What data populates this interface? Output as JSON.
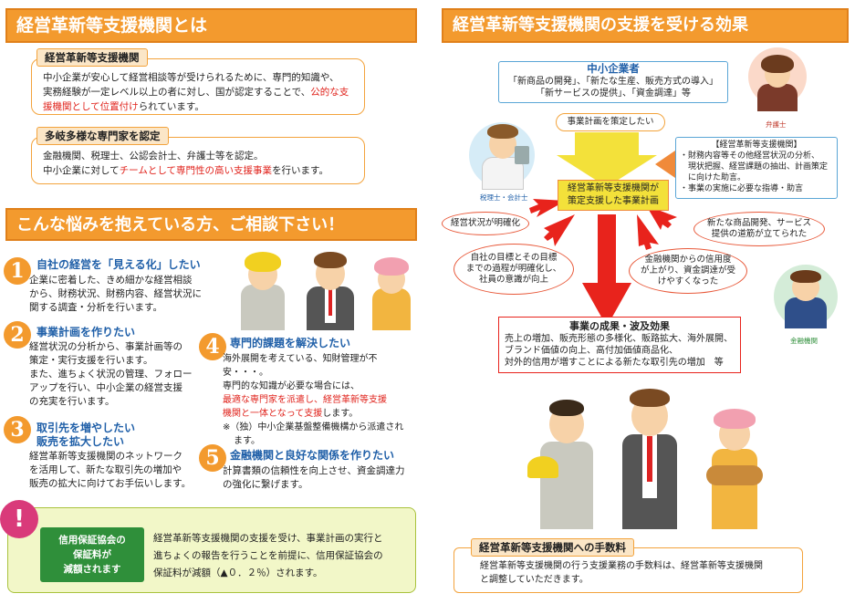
{
  "left": {
    "header1": "経営革新等支援機関とは",
    "box1": {
      "tag": "経営革新等支援機関",
      "text_a": "中小企業が安心して経営相談等が受けられるために、専門的知識や、",
      "text_b": "実務経験が一定レベル以上の者に対し、国が認定することで、",
      "text_red": "公的な支援機関として位置付け",
      "text_c": "られています。"
    },
    "box2": {
      "tag": "多岐多様な専門家を認定",
      "text_a": "金融機関、税理士、公認会計士、弁護士等を認定。",
      "text_b": "中小企業に対して",
      "text_red": "チームとして専門性の高い支援事業",
      "text_c": "を行います。"
    },
    "header2": "こんな悩みを抱えている方、ご相談下さい！",
    "items": [
      {
        "num": "1",
        "title": "自社の経営を「見える化」したい",
        "lines": [
          "企業に密着した、きめ細かな経営相談",
          "から、財務状況、財務内容、経営状況に",
          "関する調査・分析を行います。"
        ]
      },
      {
        "num": "2",
        "title": "事業計画を作りたい",
        "lines": [
          "経営状況の分析から、事業計画等の",
          "策定・実行支援を行います。",
          "また、進ちょく状況の管理、フォロー",
          "アップを行い、中小企業の経営支援",
          "の充実を行います。"
        ]
      },
      {
        "num": "3",
        "title_1": "取引先を増やしたい",
        "title_2": "販売を拡大したい",
        "lines": [
          "経営革新等支援機関のネットワーク",
          "を活用して、新たな取引先の増加や",
          "販売の拡大に向けてお手伝いします。"
        ]
      },
      {
        "num": "4",
        "title": "専門的課題を解決したい",
        "line1": "海外展開を考えている、知財管理が不安・・・。",
        "line2": "専門的な知識が必要な場合には、",
        "red1": "最適な専門家を派遣し、経営革新等支援",
        "red2": "機関と一体となって支援",
        "after_red2": "します。",
        "note1": "※（独）中小企業基盤整備機構から派遣され",
        "note2": "ます。"
      },
      {
        "num": "5",
        "title": "金融機関と良好な関係を作りたい",
        "lines": [
          "計算書類の信頼性を向上させ、資金調達力",
          "の強化に繋げます。"
        ]
      }
    ],
    "bottom": {
      "mark": "!",
      "badge_1": "信用保証協会の",
      "badge_2": "保証料が",
      "badge_3": "減額されます",
      "lines": [
        "経営革新等支援機関の支援を受け、事業計画の実行と",
        "進ちょくの報告を行うことを前提に、信用保証協会の",
        "保証料が減額（▲０．２％）されます。"
      ]
    }
  },
  "right": {
    "header": "経営革新等支援機関の支援を受ける効果",
    "sme": {
      "title": "中小企業者",
      "line1": "「新商品の開発」、「新たな生産、販売方式の導入」",
      "line2": "「新サービスの提供」、「資金調達」等"
    },
    "plan_bubble": "事業計画を策定したい",
    "support_box": {
      "title": "【経営革新等支援機関】",
      "lines": [
        "・財務内容等その他経営状況の分析、",
        "　現状把握、経営課題の抽出、計画策定",
        "　に向けた助言。",
        "・事業の実施に必要な指導・助言"
      ]
    },
    "center_1": "経営革新等支援機関が",
    "center_2": "策定支援した事業計画",
    "ovals": {
      "a": "経営状況が明確化",
      "b1": "自社の目標とその目標",
      "b2": "までの過程が明確化し、",
      "b3": "社員の意識が向上",
      "c1": "金融機関からの信用度",
      "c2": "が上がり、資金調達が受",
      "c3": "けやすくなった",
      "d1": "新たな商品開発、サービス",
      "d2": "提供の道筋が立てられた"
    },
    "labels": {
      "lawyer": "弁護士",
      "tax": "税理士・会計士",
      "bank": "金融機関"
    },
    "results": {
      "title": "事業の成果・波及効果",
      "lines": [
        "売上の増加、販売形態の多様化、販路拡大、海外展開、",
        "ブランド価値の向上、高付加価値商品化、",
        "対外的信用が増すことによる新たな取引先の増加　等"
      ]
    },
    "fee": {
      "tag": "経営革新等支援機関への手数料",
      "line1": "経営革新等支援機関の行う支援業務の手数料は、経営革新等支援機関",
      "line2": "と調整していただきます。"
    }
  },
  "colors": {
    "orange": "#f39a2e",
    "blue": "#1f5fa8",
    "red": "#e0231c",
    "green": "#2f8f3a",
    "yellow": "#f3e13a"
  }
}
